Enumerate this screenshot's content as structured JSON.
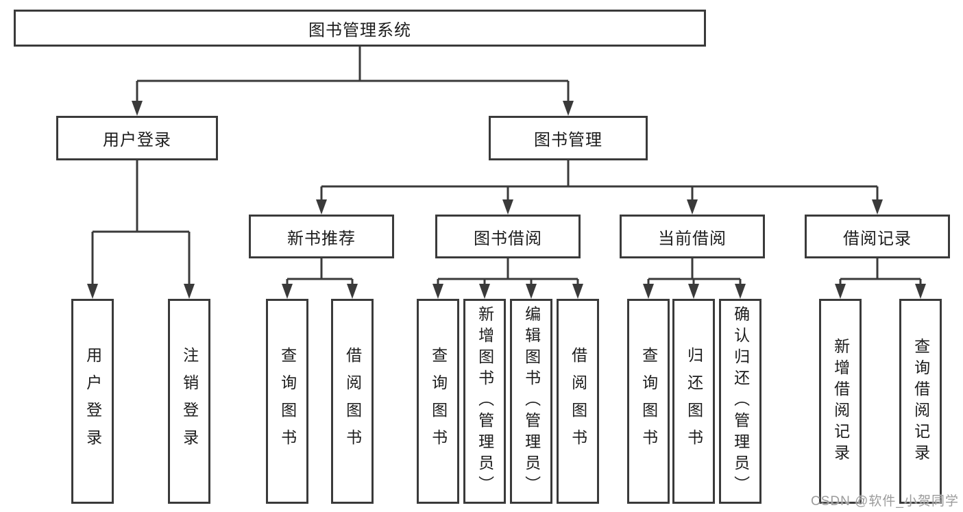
{
  "tree": {
    "root": {
      "label": "图书管理系统",
      "children": [
        {
          "label": "用户登录",
          "children": [
            {
              "label": "用户登录"
            },
            {
              "label": "注销登录"
            }
          ]
        },
        {
          "label": "图书管理",
          "children": [
            {
              "label": "新书推荐",
              "children": [
                {
                  "label": "查询图书"
                },
                {
                  "label": "借阅图书"
                }
              ]
            },
            {
              "label": "图书借阅",
              "children": [
                {
                  "label": "查询图书"
                },
                {
                  "label": "新增图书（管理员）"
                },
                {
                  "label": "编辑图书（管理员）"
                },
                {
                  "label": "借阅图书"
                }
              ]
            },
            {
              "label": "当前借阅",
              "children": [
                {
                  "label": "查询图书"
                },
                {
                  "label": "归还图书"
                },
                {
                  "label": "确认归还（管理员）"
                }
              ]
            },
            {
              "label": "借阅记录",
              "children": [
                {
                  "label": "新增借阅记录"
                },
                {
                  "label": "查询借阅记录"
                }
              ]
            }
          ]
        }
      ]
    }
  },
  "watermark": {
    "text": "CSDN @软件_小贺同学"
  },
  "colors": {
    "line": "#3a3a3a",
    "text": "#1c1c1c",
    "background": "#ffffff",
    "watermark": "#9b9b9b"
  }
}
